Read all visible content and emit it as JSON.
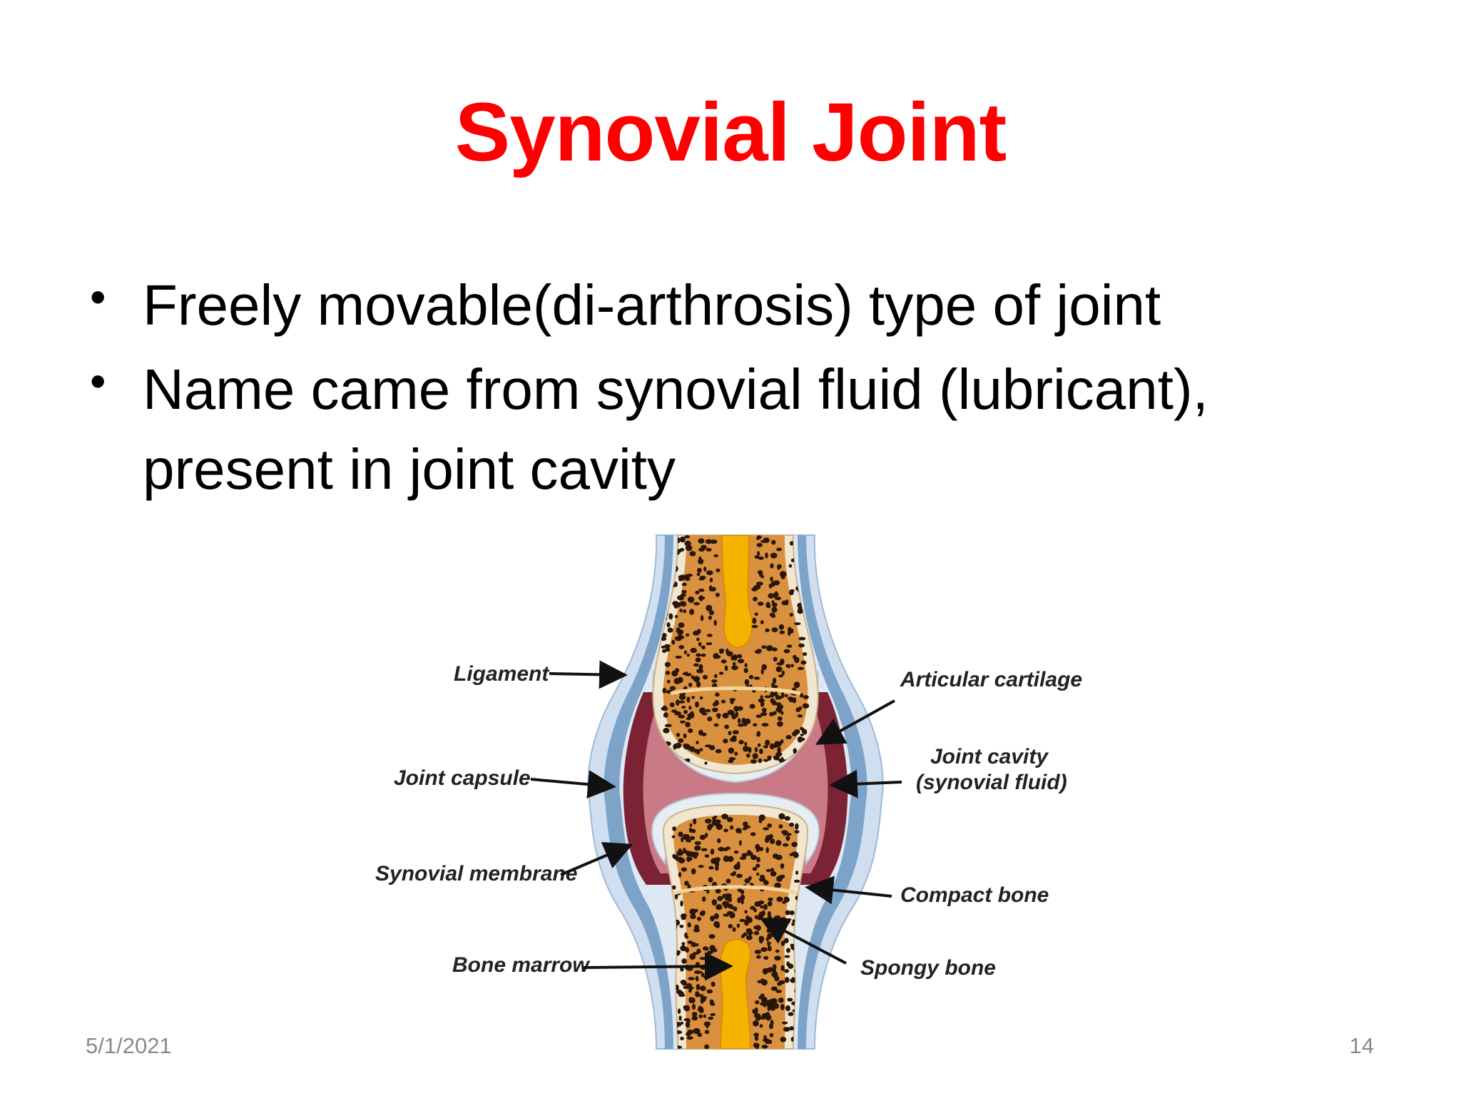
{
  "slide": {
    "title": "Synovial Joint",
    "bullets": [
      "Freely movable(di-arthrosis)  type of joint",
      "Name came from synovial fluid (lubricant), present in joint cavity"
    ],
    "bullet_glyph": "•",
    "footer": {
      "date": "5/1/2021",
      "page": "14"
    }
  },
  "diagram": {
    "labels": {
      "ligament": "Ligament",
      "joint_capsule": "Joint capsule",
      "synovial_membrane": "Synovial membrane",
      "bone_marrow": "Bone marrow",
      "articular_cartilage": "Articular cartilage",
      "joint_cavity_1": "Joint cavity",
      "joint_cavity_2": "(synovial fluid)",
      "compact_bone": "Compact bone",
      "spongy_bone": "Spongy bone"
    }
  },
  "colors": {
    "title": "#ff0000",
    "body_text": "#000000",
    "footer_text": "#8a8a8a",
    "label_text": "#222222",
    "ligament_outer": "#cfdff0",
    "ligament_inner": "#7da3c9",
    "capsule": "#7b2335",
    "cartilage": "#e6edf3",
    "compact_bone": "#f1e6cf",
    "spongy_bone": "#d9913f",
    "marrow": "#f5b300",
    "pore": "#2a1608"
  }
}
